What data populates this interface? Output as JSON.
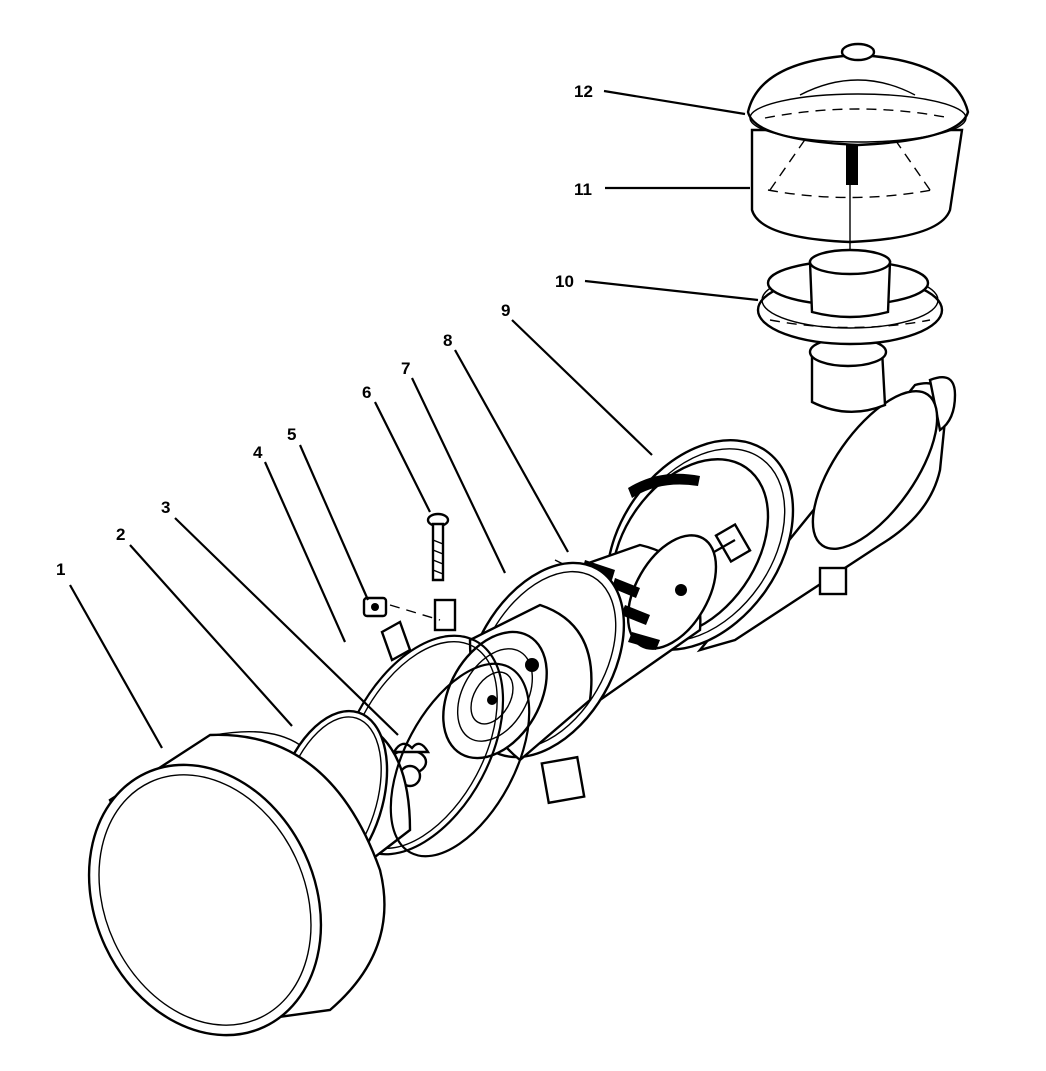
{
  "callouts": [
    {
      "id": "1",
      "label": "1",
      "part": "part-1"
    },
    {
      "id": "2",
      "label": "2",
      "part": "part-2"
    },
    {
      "id": "3",
      "label": "3",
      "part": "part-3"
    },
    {
      "id": "4",
      "label": "4",
      "part": "part-4"
    },
    {
      "id": "5",
      "label": "5",
      "part": "part-5"
    },
    {
      "id": "6",
      "label": "6",
      "part": "part-6"
    },
    {
      "id": "7",
      "label": "7",
      "part": "part-7"
    },
    {
      "id": "8",
      "label": "8",
      "part": "part-8"
    },
    {
      "id": "9",
      "label": "9",
      "part": "part-9"
    },
    {
      "id": "10",
      "label": "10",
      "part": "part-10"
    },
    {
      "id": "11",
      "label": "11",
      "part": "part-11"
    },
    {
      "id": "12",
      "label": "12",
      "part": "part-12"
    }
  ],
  "colors": {
    "ink": "#000000",
    "paper": "#ffffff"
  }
}
